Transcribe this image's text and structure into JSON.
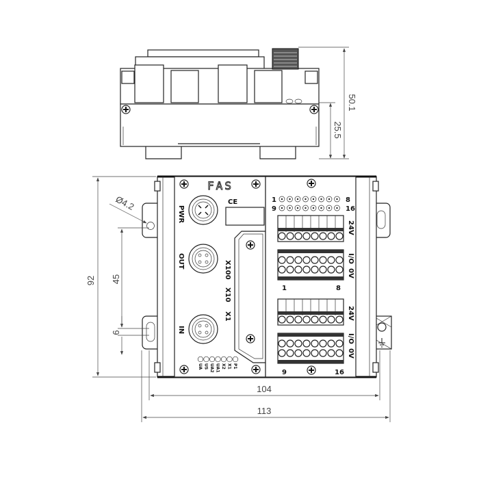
{
  "dimensions": {
    "height_total": "50.1",
    "height_rail": "25.5",
    "hole_diameter": "Ø4.2",
    "height_front": "92",
    "hole_spacing": "45",
    "slot_width": "6",
    "width_inner": "104",
    "width_total": "113"
  },
  "left_module": {
    "logo": "FAS",
    "ce_mark": "CE",
    "port_pwr": "PWR",
    "port_out": "OUT",
    "port_in": "IN",
    "switch_x100": "X100",
    "switch_x10": "X10",
    "switch_x1": "X1",
    "led_labels": [
      "UA",
      "US",
      "UA2",
      "UA1",
      "X2",
      "X1",
      "P1"
    ]
  },
  "right_module": {
    "led_row1_start": "1",
    "led_row1_end": "8",
    "led_row2_start": "9",
    "led_row2_end": "16",
    "label_24v": "24V",
    "label_io": "I/O",
    "label_0v": "0V",
    "group1_start": "1",
    "group1_end": "8",
    "group2_start": "9",
    "group2_end": "16"
  }
}
